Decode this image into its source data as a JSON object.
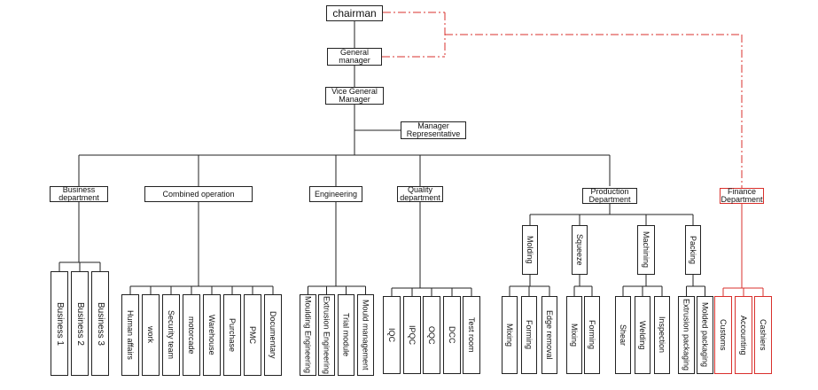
{
  "org": {
    "chairman": "chairman",
    "general_manager": "General\nmanager",
    "vice_general_manager": "Vice General\nManager",
    "manager_representative": "Manager\nRepresentative"
  },
  "departments": {
    "business": {
      "label": "Business\ndepartment",
      "items": [
        "Business 1",
        "Business 2",
        "Business 3"
      ]
    },
    "combined": {
      "label": "Combined operation",
      "items": [
        "Human affairs",
        "work",
        "Security team",
        "motorcade",
        "Warehouse",
        "Purchase",
        "PMC",
        "Documentary"
      ]
    },
    "engineering": {
      "label": "Engineering",
      "items": [
        "Moulding Engineering",
        "Extrusion Engineering",
        "Trial module",
        "Mould management"
      ]
    },
    "quality": {
      "label": "Quality\ndepartment",
      "items": [
        "IQC",
        "IPQC",
        "OQC",
        "DCC",
        "Test room"
      ]
    },
    "production": {
      "label": "Production\nDepartment",
      "sections": [
        {
          "label": "Molding",
          "items": [
            "Mixing",
            "Forming",
            "Edge removal"
          ]
        },
        {
          "label": "Squeeze",
          "items": [
            "Mixing",
            "Forming"
          ]
        },
        {
          "label": "Machining",
          "items": [
            "Shear",
            "Welding",
            "Inspection"
          ]
        },
        {
          "label": "Packing",
          "items": [
            "Extrusion packaging",
            "Molded packaging"
          ]
        }
      ]
    },
    "finance": {
      "label": "Finance\nDepartment",
      "items": [
        "Customs",
        "Accounting",
        "Cashiers"
      ]
    }
  },
  "colors": {
    "line": "#222222",
    "finance": "#d9302c"
  }
}
